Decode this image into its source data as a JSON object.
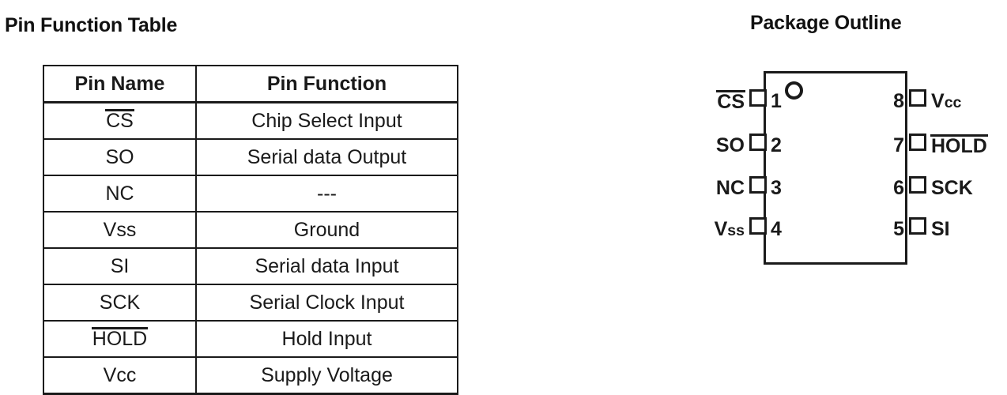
{
  "headings": {
    "pin_function_table": "Pin Function Table",
    "package_outline": "Package Outline"
  },
  "pin_function_table": {
    "columns": [
      "Pin Name",
      "Pin Function"
    ],
    "rows": [
      {
        "name": "CS",
        "overline": true,
        "bold": true,
        "function": "Chip Select Input"
      },
      {
        "name": "SO",
        "overline": false,
        "bold": false,
        "function": "Serial data Output"
      },
      {
        "name": "NC",
        "overline": false,
        "bold": false,
        "function": "---"
      },
      {
        "name": "Vss",
        "overline": false,
        "bold": false,
        "function": "Ground"
      },
      {
        "name": "SI",
        "overline": false,
        "bold": false,
        "function": "Serial data Input"
      },
      {
        "name": "SCK",
        "overline": false,
        "bold": false,
        "function": "Serial Clock Input"
      },
      {
        "name": "HOLD",
        "overline": true,
        "bold": true,
        "function": "Hold Input"
      },
      {
        "name": "Vcc",
        "overline": false,
        "bold": false,
        "function": "Supply Voltage"
      }
    ]
  },
  "package_outline": {
    "pin1_marker": "pin1-indicator-circle",
    "left_pins": [
      {
        "number": "1",
        "label": "CS",
        "label_small": "",
        "overline": true
      },
      {
        "number": "2",
        "label": "SO",
        "label_small": "",
        "overline": false
      },
      {
        "number": "3",
        "label": "NC",
        "label_small": "",
        "overline": false
      },
      {
        "number": "4",
        "label": "V",
        "label_small": "ss",
        "overline": false
      }
    ],
    "right_pins": [
      {
        "number": "8",
        "label": "V",
        "label_small": "cc",
        "overline": false
      },
      {
        "number": "7",
        "label": "HOLD",
        "label_small": "",
        "overline": true
      },
      {
        "number": "6",
        "label": "SCK",
        "label_small": "",
        "overline": false
      },
      {
        "number": "5",
        "label": "SI",
        "label_small": "",
        "overline": false
      }
    ]
  },
  "colors": {
    "ink": "#1a1a1a",
    "background": "#ffffff"
  }
}
